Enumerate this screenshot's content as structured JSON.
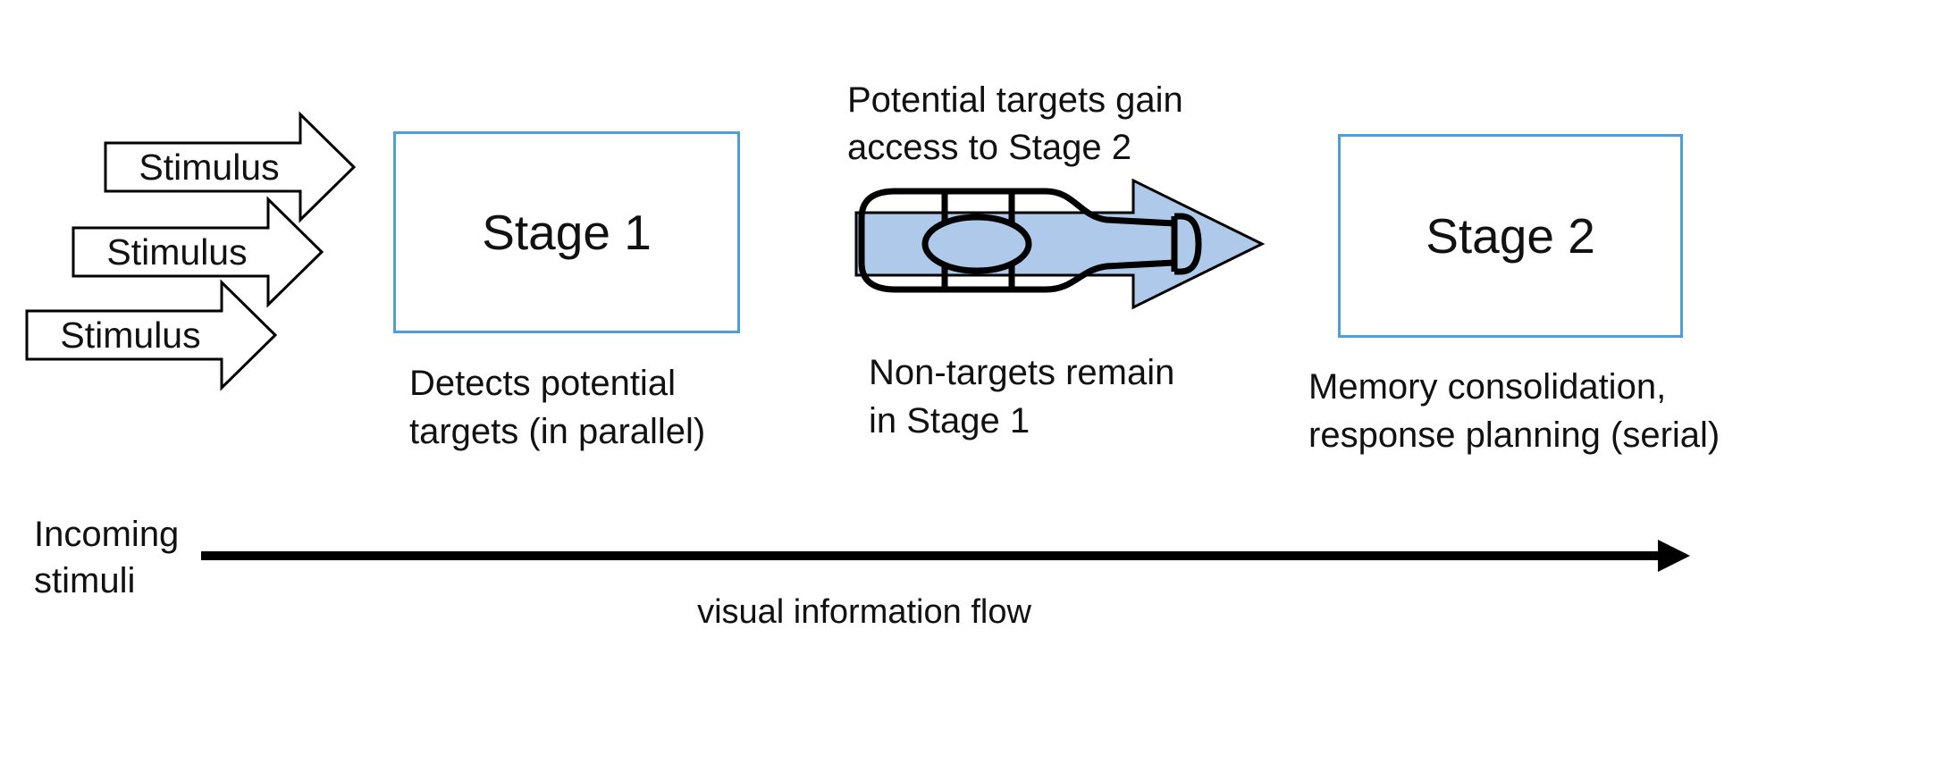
{
  "colors": {
    "box_border": "#4F9FD6",
    "bottleneck_fill": "#AEC9E9",
    "outline": "#000000",
    "text": "#111111",
    "background": "#FFFFFF"
  },
  "stimulus_arrows": [
    {
      "label": "Stimulus"
    },
    {
      "label": "Stimulus"
    },
    {
      "label": "Stimulus"
    }
  ],
  "stage1": {
    "title": "Stage 1",
    "caption_lines": [
      "Detects potential",
      "targets (in parallel)"
    ]
  },
  "stage2": {
    "title": "Stage 2",
    "caption_lines": [
      "Memory consolidation,",
      "response planning (serial)"
    ]
  },
  "bottleneck": {
    "icon": "bottle-arrow-icon",
    "top_label_lines": [
      "Potential targets gain",
      "access to Stage 2"
    ],
    "bottom_label_lines": [
      "Non-targets remain",
      "in Stage 1"
    ]
  },
  "flow": {
    "source_label_lines": [
      "Incoming",
      "stimuli"
    ],
    "arrow_label": "visual information flow"
  }
}
